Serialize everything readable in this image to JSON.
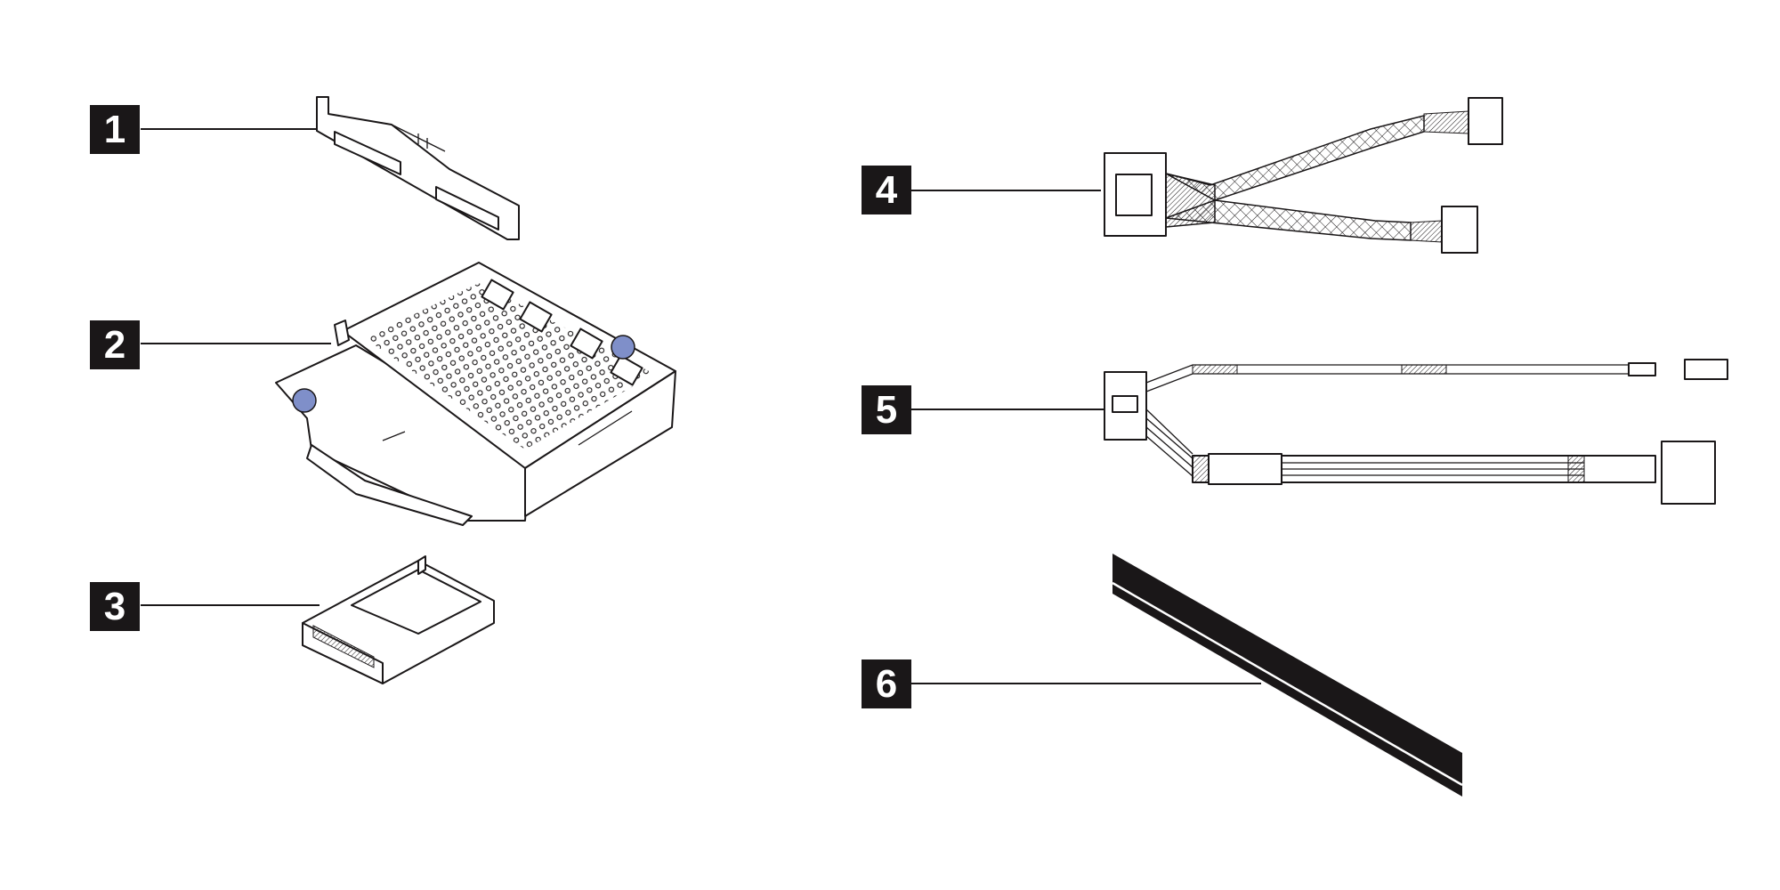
{
  "callouts": [
    {
      "number": "1",
      "part": "backplane"
    },
    {
      "number": "2",
      "part": "drive-cage"
    },
    {
      "number": "3",
      "part": "drive-filler"
    },
    {
      "number": "4",
      "part": "signal-y-cable"
    },
    {
      "number": "5",
      "part": "power-cable"
    },
    {
      "number": "6",
      "part": "mylar-strip"
    }
  ],
  "colors": {
    "ink": "#1a1718",
    "tab_blue": "#7f8fc9"
  }
}
